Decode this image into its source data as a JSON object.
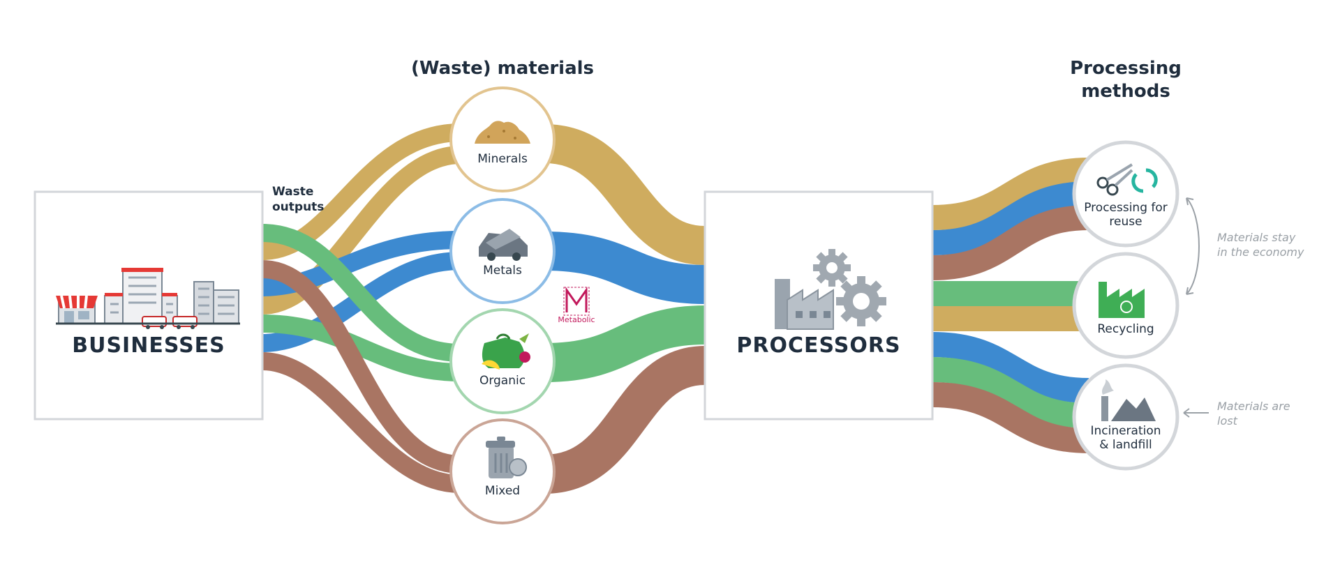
{
  "headings": {
    "materials": "(Waste) materials",
    "methods": "Processing\nmethods"
  },
  "nodes": {
    "businesses": "BUSINESSES",
    "processors": "PROCESSORS",
    "waste_outputs": "Waste\noutputs"
  },
  "materials": [
    {
      "id": "minerals",
      "label": "Minerals",
      "color": "#cfac5f"
    },
    {
      "id": "metals",
      "label": "Metals",
      "color": "#3d8ad0"
    },
    {
      "id": "organic",
      "label": "Organic",
      "color": "#67bd7c"
    },
    {
      "id": "mixed",
      "label": "Mixed",
      "color": "#a97563"
    }
  ],
  "methods": [
    {
      "id": "reuse",
      "label": "Processing for\nreuse"
    },
    {
      "id": "recycling",
      "label": "Recycling"
    },
    {
      "id": "incineration",
      "label": "Incineration\n& landfill"
    }
  ],
  "notes": {
    "stay": "Materials stay\nin the economy",
    "lost": "Materials are\nlost"
  },
  "logo": {
    "letter": "M",
    "text": "Metabolic"
  },
  "colors": {
    "minerals": "#cfac5f",
    "metals": "#3d8ad0",
    "organic": "#67bd7c",
    "mixed": "#a97563",
    "box_border": "#d3d6da",
    "circle_border": "#d3d6da",
    "text": "#1f2d3d",
    "note": "#9aa0a6"
  }
}
